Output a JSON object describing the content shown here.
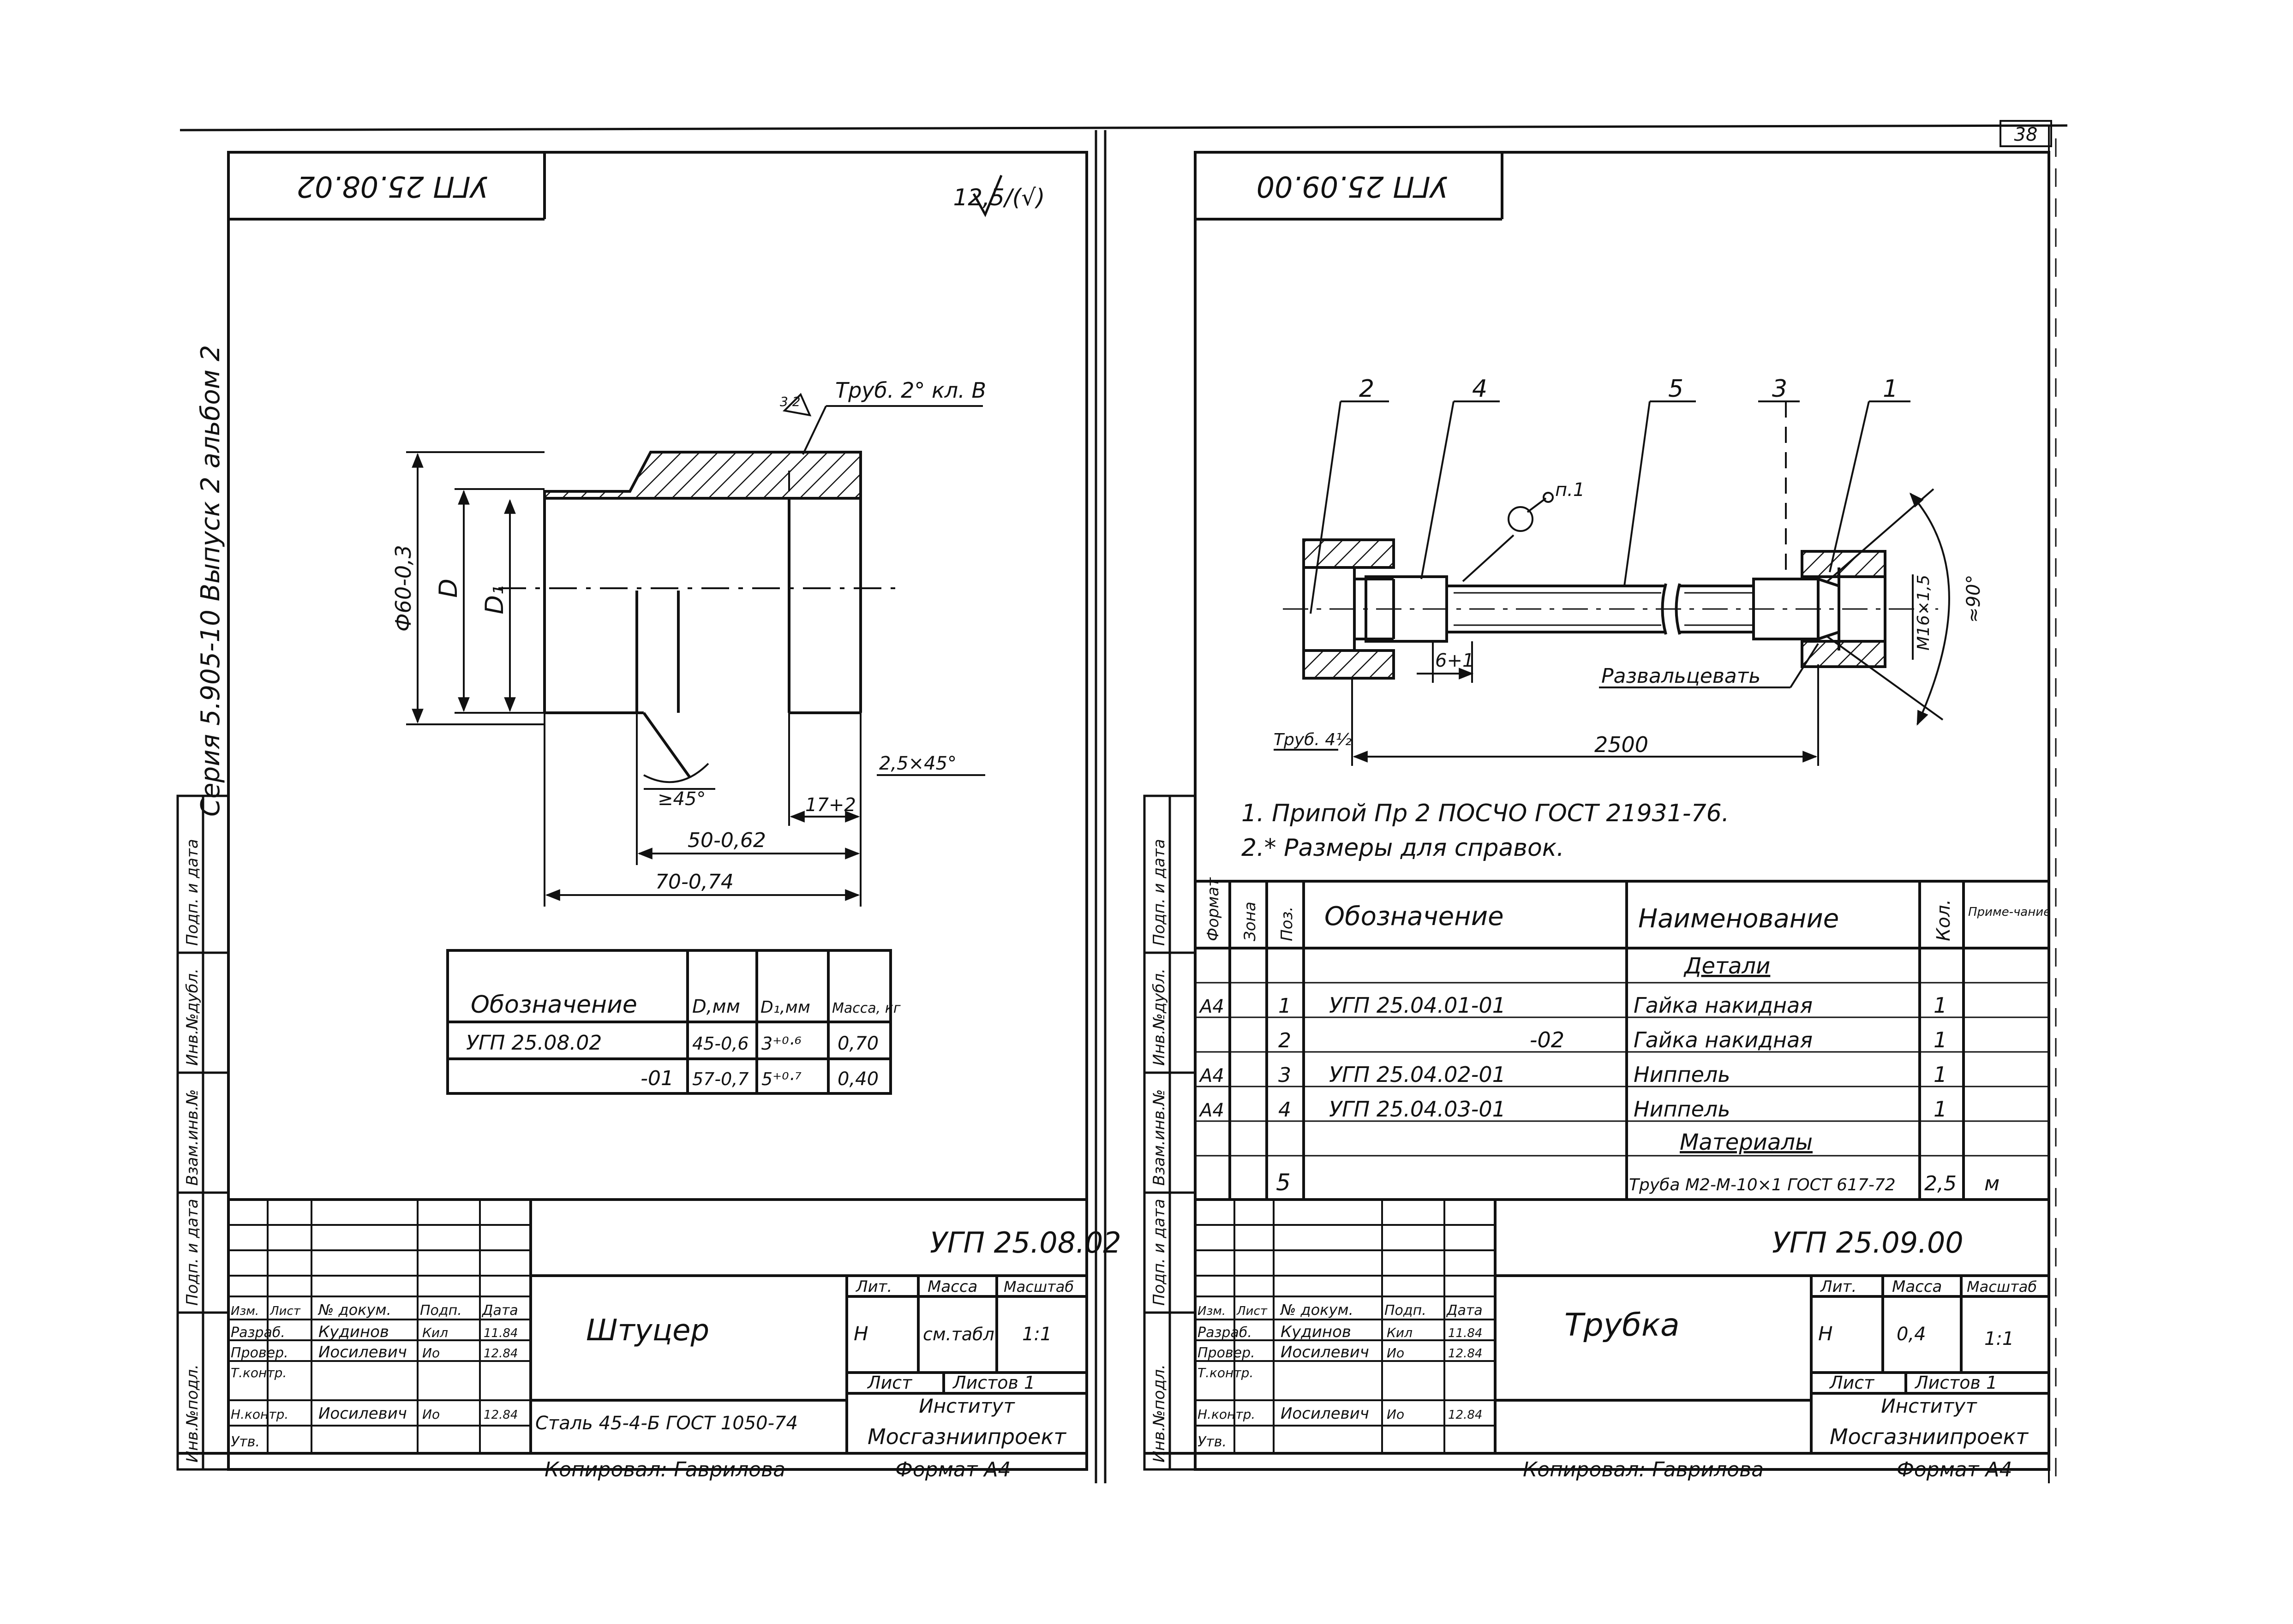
{
  "page_number": "38",
  "series_text": "Серия 5.905-10 Выпуск 2 альбом 2",
  "side_stamp_labels": [
    "Инв.№подл.",
    "Подп. и дата",
    "Взам.инв.№",
    "Инв.№дубл.",
    "Подп. и дата"
  ],
  "left_sheet": {
    "top_code": "УГП 25.08.02",
    "roughness": "12,5/(√)",
    "dims": {
      "weld": "Труб. 2° кл. В",
      "weld_size": "3,2",
      "dia_outer": "Ф60-0,3",
      "dia_D": "D",
      "dia_D1": "D₁",
      "chamfer_angle": "≥45°",
      "chamfer": "2,5×45°",
      "len_17": "17+2",
      "len_50": "50-0,62",
      "len_70": "70-0,74"
    },
    "variant_table": {
      "headers": [
        "Обозначение",
        "D,мм",
        "D₁,мм",
        "Масса, кг"
      ],
      "rows": [
        [
          "УГП 25.08.02",
          "45-0,6",
          "3⁺⁰·⁶",
          "0,70"
        ],
        [
          "-01",
          "57-0,7",
          "5⁺⁰·⁷",
          "0,40"
        ]
      ]
    },
    "title_block": {
      "code": "УГП 25.08.02",
      "name": "Штуцер",
      "material": "Сталь 45-4-Б ГОСТ 1050-74",
      "lit": "Лит.",
      "mass": "Масса",
      "scale": "Масштаб",
      "lit_val": "Н",
      "mass_val": "см.табл.",
      "scale_val": "1:1",
      "sheet": "Лист",
      "sheets": "Листов 1",
      "institute": "Институт",
      "org": "Мосгазниипроект",
      "col_heads": [
        "Изм.",
        "Лист",
        "№ докум.",
        "Подп.",
        "Дата"
      ],
      "rows": [
        [
          "Разраб.",
          "Кудинов",
          "Кил",
          "11.84"
        ],
        [
          "Провер.",
          "Иосилевич",
          "Ио",
          "12.84"
        ],
        [
          "Т.контр.",
          "",
          "",
          ""
        ],
        [
          "Н.контр.",
          "Иосилевич",
          "Ио",
          "12.84"
        ],
        [
          "Утв.",
          "",
          "",
          ""
        ]
      ]
    },
    "copied": "Копировал: Гаврилова",
    "format": "Формат А4"
  },
  "right_sheet": {
    "top_code": "УГП 25.09.00",
    "callouts": [
      "2",
      "4",
      "5",
      "3",
      "1"
    ],
    "labels": {
      "solder": "п.1",
      "dim_6": "6+1",
      "flare": "Развальцевать",
      "thread": "М16×1,5",
      "angle": "≈90°",
      "pipe": "Труб. 4½",
      "len": "2500"
    },
    "notes": [
      "1. Припой Пр 2 ПОСЧО ГОСТ 21931-76.",
      "2.* Размеры для справок."
    ],
    "spec": {
      "headers": [
        "Формат",
        "Зона",
        "Поз.",
        "Обозначение",
        "Наименование",
        "Кол.",
        "Приме-чание"
      ],
      "section_details": "Детали",
      "section_materials": "Материалы",
      "rows": [
        [
          "А4",
          "",
          "1",
          "УГП 25.04.01-01",
          "Гайка накидная",
          "1",
          ""
        ],
        [
          "",
          "",
          "2",
          "-02",
          "Гайка накидная",
          "1",
          ""
        ],
        [
          "А4",
          "",
          "3",
          "УГП 25.04.02-01",
          "Ниппель",
          "1",
          ""
        ],
        [
          "А4",
          "",
          "4",
          "УГП 25.04.03-01",
          "Ниппель",
          "1",
          ""
        ],
        [
          "",
          "",
          "5",
          "",
          "Труба М2-М-10×1 ГОСТ 617-72",
          "2,5",
          "м"
        ]
      ]
    },
    "title_block": {
      "code": "УГП 25.09.00",
      "name": "Трубка",
      "lit": "Лит.",
      "mass": "Масса",
      "scale": "Масштаб",
      "lit_val": "Н",
      "mass_val": "0,4",
      "scale_val": "1:1",
      "sheet": "Лист",
      "sheets": "Листов 1",
      "institute": "Институт",
      "org": "Мосгазниипроект",
      "col_heads": [
        "Изм.",
        "Лист",
        "№ докум.",
        "Подп.",
        "Дата"
      ],
      "rows": [
        [
          "Разраб.",
          "Кудинов",
          "Кил",
          "11.84"
        ],
        [
          "Провер.",
          "Иосилевич",
          "Ио",
          "12.84"
        ],
        [
          "Т.контр.",
          "",
          "",
          ""
        ],
        [
          "Н.контр.",
          "Иосилевич",
          "Ио",
          "12.84"
        ],
        [
          "Утв.",
          "",
          "",
          ""
        ]
      ]
    },
    "copied": "Копировал: Гаврилова",
    "format": "Формат А4"
  }
}
